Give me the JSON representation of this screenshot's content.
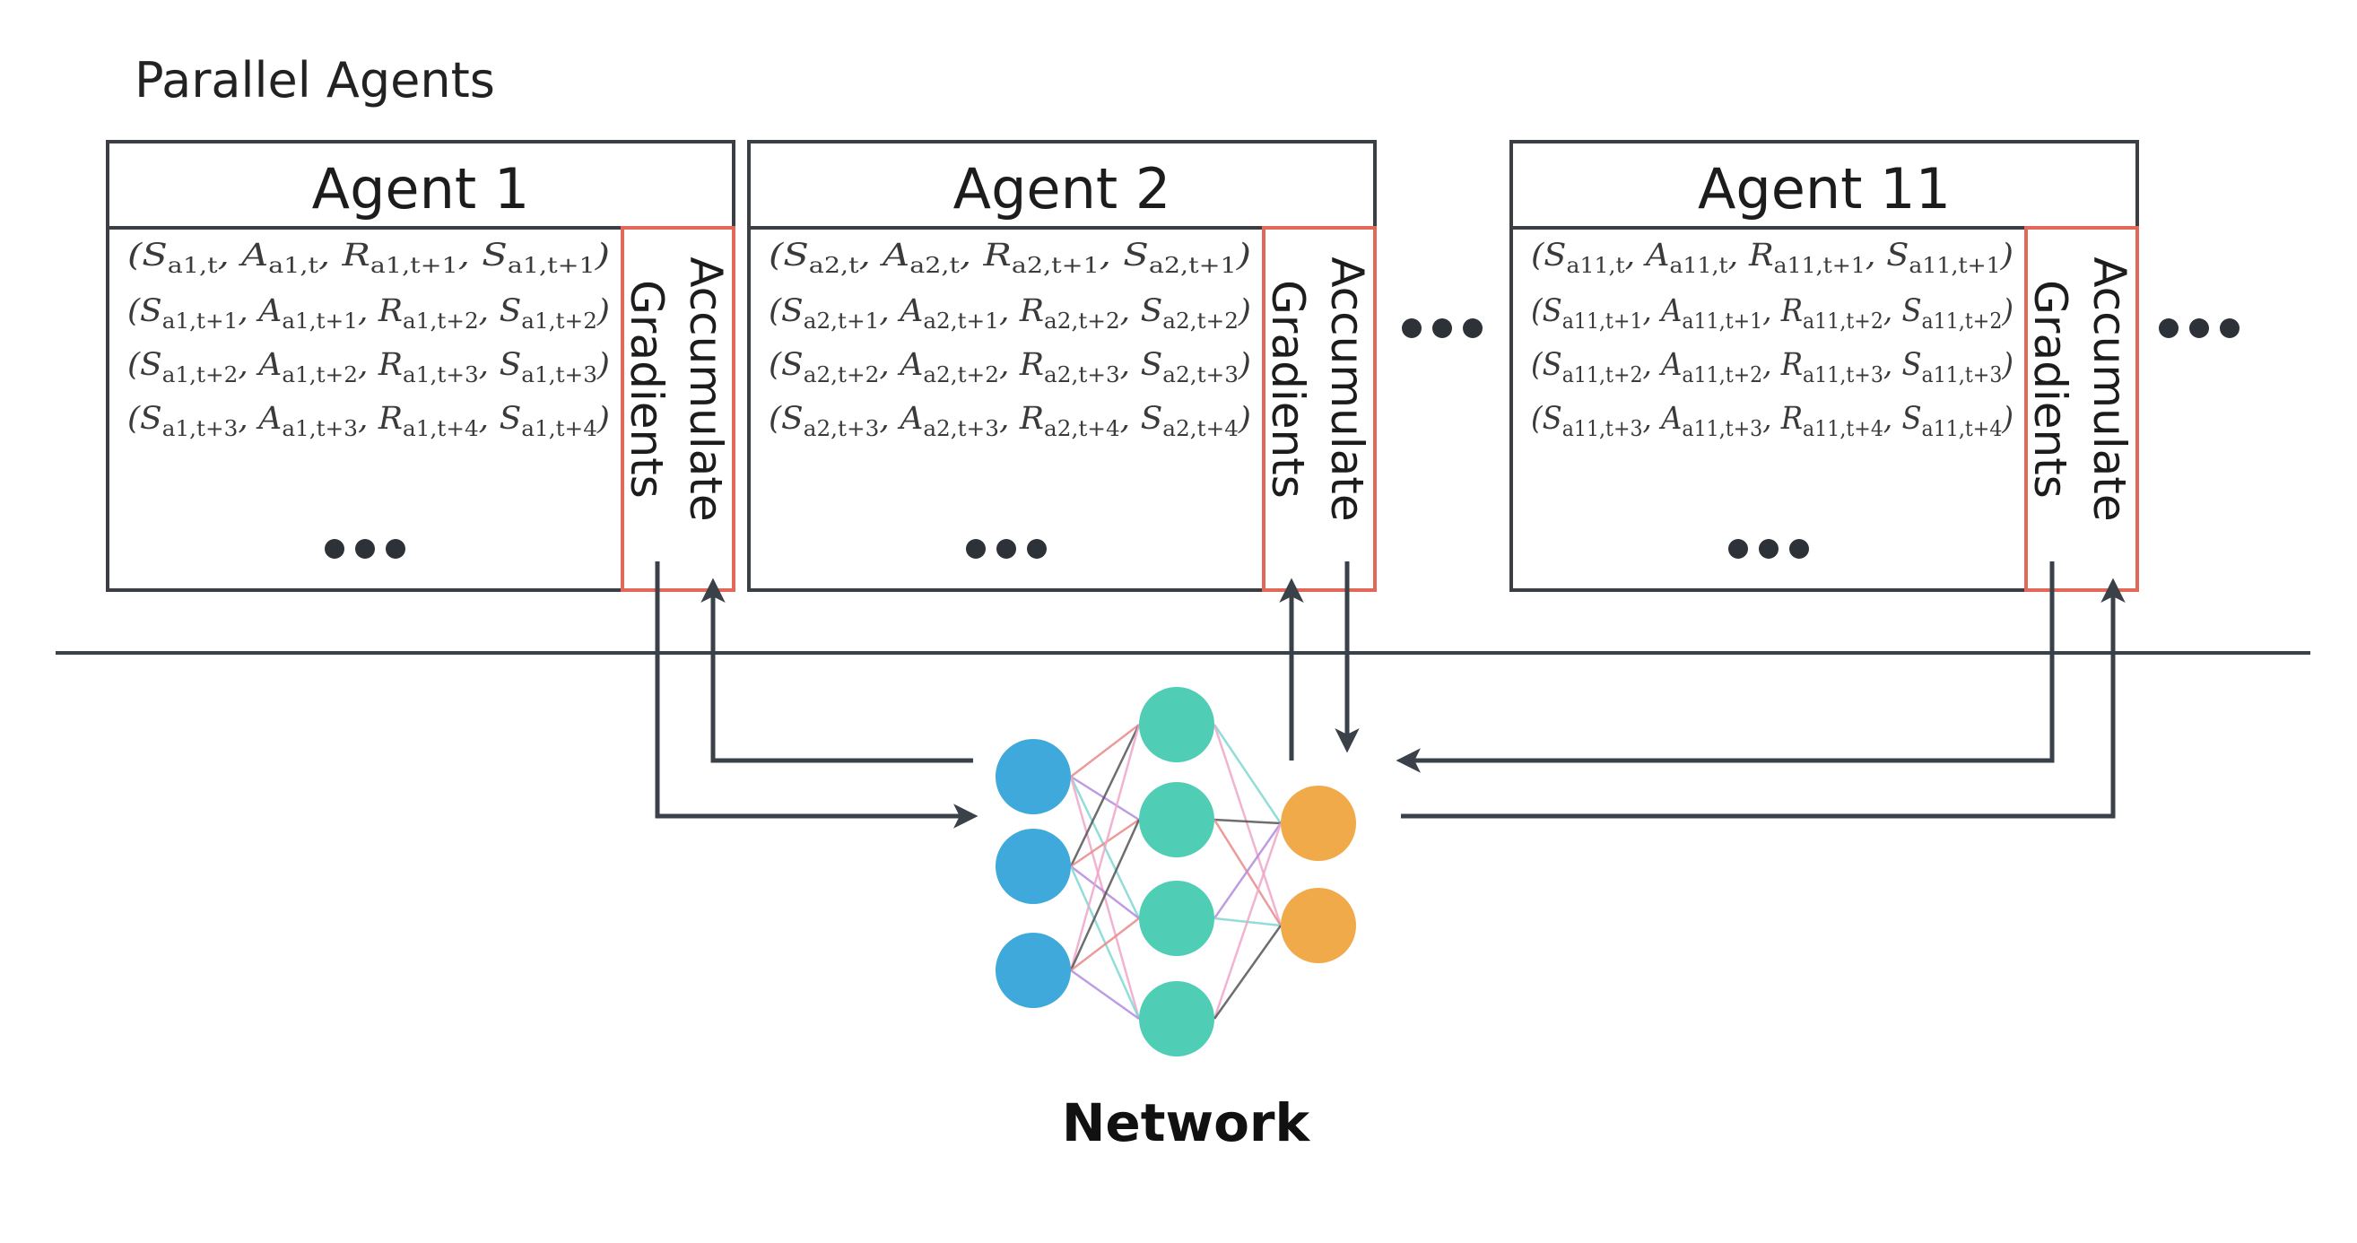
{
  "title": "Parallel Agents",
  "network_label": "Network",
  "accumulate_label_line1": "Accumulate",
  "accumulate_label_line2": "Gradients",
  "agents": [
    {
      "name": "Agent 1",
      "tuples": [
        [
          [
            "S",
            "a1,t"
          ],
          [
            "A",
            "a1,t"
          ],
          [
            "R",
            "a1,t+1"
          ],
          [
            "S",
            "a1,t+1"
          ]
        ],
        [
          [
            "S",
            "a1,t+1"
          ],
          [
            "A",
            "a1,t+1"
          ],
          [
            "R",
            "a1,t+2"
          ],
          [
            "S",
            "a1,t+2"
          ]
        ],
        [
          [
            "S",
            "a1,t+2"
          ],
          [
            "A",
            "a1,t+2"
          ],
          [
            "R",
            "a1,t+3"
          ],
          [
            "S",
            "a1,t+3"
          ]
        ],
        [
          [
            "S",
            "a1,t+3"
          ],
          [
            "A",
            "a1,t+3"
          ],
          [
            "R",
            "a1,t+4"
          ],
          [
            "S",
            "a1,t+4"
          ]
        ]
      ]
    },
    {
      "name": "Agent 2",
      "tuples": [
        [
          [
            "S",
            "a2,t"
          ],
          [
            "A",
            "a2,t"
          ],
          [
            "R",
            "a2,t+1"
          ],
          [
            "S",
            "a2,t+1"
          ]
        ],
        [
          [
            "S",
            "a2,t+1"
          ],
          [
            "A",
            "a2,t+1"
          ],
          [
            "R",
            "a2,t+2"
          ],
          [
            "S",
            "a2,t+2"
          ]
        ],
        [
          [
            "S",
            "a2,t+2"
          ],
          [
            "A",
            "a2,t+2"
          ],
          [
            "R",
            "a2,t+3"
          ],
          [
            "S",
            "a2,t+3"
          ]
        ],
        [
          [
            "S",
            "a2,t+3"
          ],
          [
            "A",
            "a2,t+3"
          ],
          [
            "R",
            "a2,t+4"
          ],
          [
            "S",
            "a2,t+4"
          ]
        ]
      ]
    },
    {
      "name": "Agent 11",
      "tuples": [
        [
          [
            "S",
            "a11,t"
          ],
          [
            "A",
            "a11,t"
          ],
          [
            "R",
            "a11,t+1"
          ],
          [
            "S",
            "a11,t+1"
          ]
        ],
        [
          [
            "S",
            "a11,t+1"
          ],
          [
            "A",
            "a11,t+1"
          ],
          [
            "R",
            "a11,t+2"
          ],
          [
            "S",
            "a11,t+2"
          ]
        ],
        [
          [
            "S",
            "a11,t+2"
          ],
          [
            "A",
            "a11,t+2"
          ],
          [
            "R",
            "a11,t+3"
          ],
          [
            "S",
            "a11,t+3"
          ]
        ],
        [
          [
            "S",
            "a11,t+3"
          ],
          [
            "A",
            "a11,t+3"
          ],
          [
            "R",
            "a11,t+4"
          ],
          [
            "S",
            "a11,t+4"
          ]
        ]
      ]
    }
  ],
  "network": {
    "layers": [
      3,
      4,
      2
    ],
    "layer_colors": [
      "#3fa9dc",
      "#4fcdb5",
      "#f0aa4a"
    ],
    "edge_colors": [
      "#e98a8a",
      "#b48ae0",
      "#7fd8d4",
      "#f0a6c8",
      "#555555"
    ]
  },
  "colors": {
    "box_border": "#3b3f44",
    "gradient_border": "#e2685a",
    "arrow": "#3b4148"
  }
}
